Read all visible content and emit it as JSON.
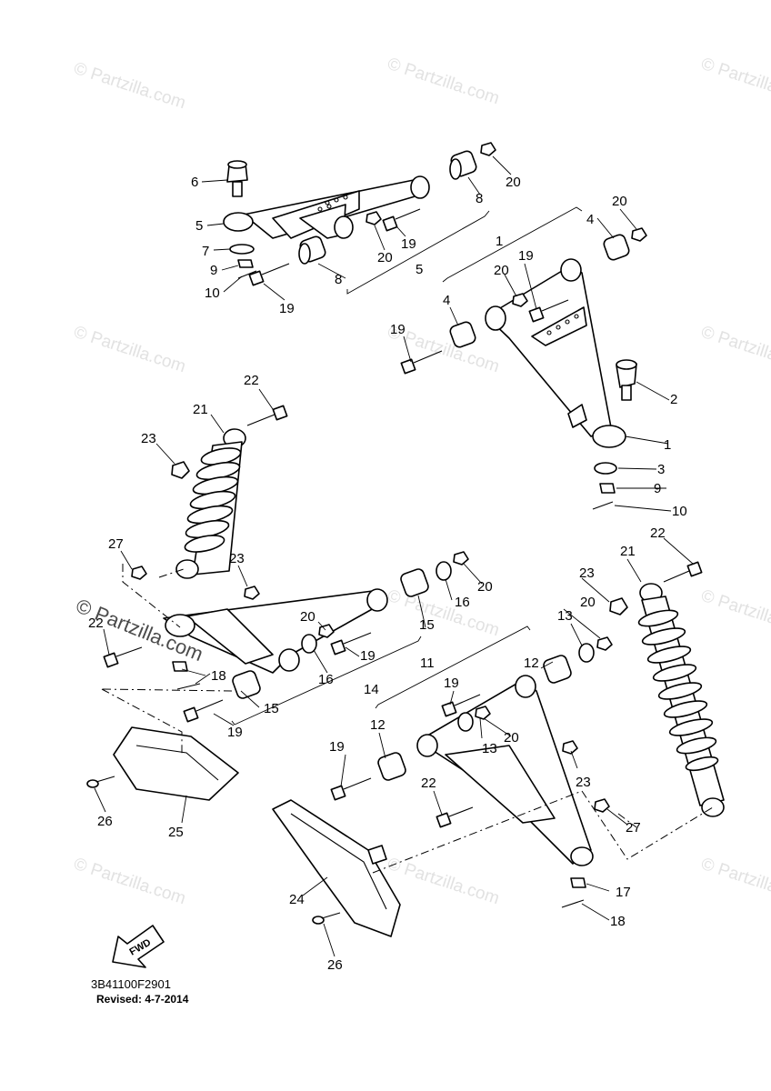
{
  "diagram": {
    "watermark": "© Partzilla.com",
    "fwd_label": "FWD",
    "code": "3B41100F2901",
    "revised": "Revised: 4-7-2014",
    "callouts": {
      "c1": "1",
      "c2": "2",
      "c3": "3",
      "c4": "4",
      "c5": "5",
      "c6": "6",
      "c7": "7",
      "c8": "8",
      "c9": "9",
      "c10": "10",
      "c11": "11",
      "c12": "12",
      "c13": "13",
      "c14": "14",
      "c15": "15",
      "c16": "16",
      "c17": "17",
      "c18": "18",
      "c19": "19",
      "c20": "20",
      "c21": "21",
      "c22": "22",
      "c23": "23",
      "c24": "24",
      "c25": "25",
      "c26": "26",
      "c27": "27"
    }
  }
}
